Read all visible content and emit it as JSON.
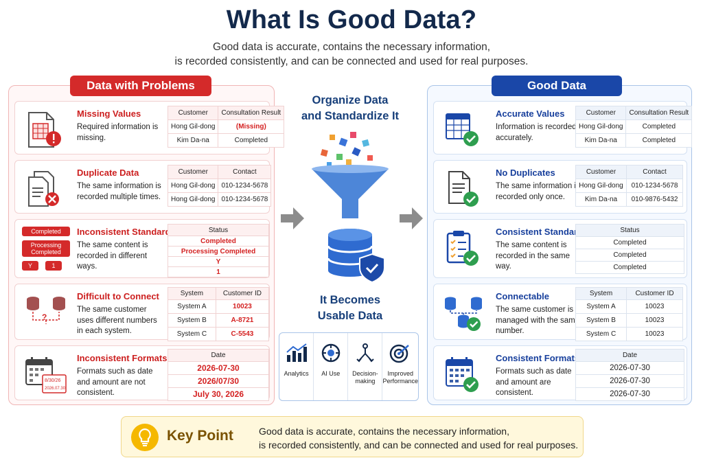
{
  "title": "What Is Good Data?",
  "subtitle": [
    "Good data is accurate, contains the necessary information,",
    "is recorded consistently, and can be connected and used for real purposes."
  ],
  "left": {
    "header": "Data with Problems",
    "cards": [
      {
        "title": "Missing Values",
        "desc": "Required information is missing.",
        "table": {
          "headers": [
            "Customer",
            "Consultation Result"
          ],
          "rows": [
            [
              "Hong Gil-dong",
              "(Missing)"
            ],
            [
              "Kim Da-na",
              "Completed"
            ]
          ]
        }
      },
      {
        "title": "Duplicate Data",
        "desc": "The same information is recorded multiple times.",
        "table": {
          "headers": [
            "Customer",
            "Contact"
          ],
          "rows": [
            [
              "Hong Gil-dong",
              "010-1234-5678"
            ],
            [
              "Hong Gil-dong",
              "010-1234-5678"
            ]
          ]
        }
      },
      {
        "title": "Inconsistent Standards",
        "desc": "The same content is recorded in different ways.",
        "table": {
          "headers": [
            "Status"
          ],
          "rows": [
            [
              "Completed"
            ],
            [
              "Processing Completed"
            ],
            [
              "Y"
            ],
            [
              "1"
            ]
          ]
        },
        "badges": [
          "Completed",
          "Processing Completed",
          "Y",
          "1"
        ]
      },
      {
        "title": "Difficult to Connect",
        "desc": "The same customer uses different numbers in each system.",
        "table": {
          "headers": [
            "System",
            "Customer ID"
          ],
          "rows": [
            [
              "System A",
              "10023"
            ],
            [
              "System B",
              "A-8721"
            ],
            [
              "System C",
              "C-5543"
            ]
          ]
        },
        "icon_label": "?"
      },
      {
        "title": "Inconsistent Formats",
        "desc": "Formats such as date and amount are not consistent.",
        "table": {
          "headers": [
            "Date"
          ],
          "rows": [
            [
              "2026-07-30"
            ],
            [
              "2026/07/30"
            ],
            [
              "July 30, 2026"
            ]
          ]
        },
        "icon_labels": [
          "8/30/26",
          "2026.07.30"
        ]
      }
    ]
  },
  "middle": {
    "top": [
      "Organize Data",
      "and Standardize It"
    ],
    "bottom": [
      "It Becomes",
      "Usable Data"
    ],
    "uses": [
      "Analytics",
      "AI Use",
      "Decision-making",
      "Improved Performance"
    ]
  },
  "right": {
    "header": "Good Data",
    "cards": [
      {
        "title": "Accurate Values",
        "desc": "Information is recorded accurately.",
        "table": {
          "headers": [
            "Customer",
            "Consultation Result"
          ],
          "rows": [
            [
              "Hong Gil-dong",
              "Completed"
            ],
            [
              "Kim Da-na",
              "Completed"
            ]
          ]
        }
      },
      {
        "title": "No Duplicates",
        "desc": "The same information is recorded only once.",
        "table": {
          "headers": [
            "Customer",
            "Contact"
          ],
          "rows": [
            [
              "Hong Gil-dong",
              "010-1234-5678"
            ],
            [
              "Kim Da-na",
              "010-9876-5432"
            ]
          ]
        }
      },
      {
        "title": "Consistent Standards",
        "desc": "The same content is recorded in the same way.",
        "table": {
          "headers": [
            "Status"
          ],
          "rows": [
            [
              "Completed"
            ],
            [
              "Completed"
            ],
            [
              "Completed"
            ]
          ]
        }
      },
      {
        "title": "Connectable",
        "desc": "The same customer is managed with the same number.",
        "table": {
          "headers": [
            "System",
            "Customer ID"
          ],
          "rows": [
            [
              "System A",
              "10023"
            ],
            [
              "System B",
              "10023"
            ],
            [
              "System C",
              "10023"
            ]
          ]
        }
      },
      {
        "title": "Consistent Formats",
        "desc": "Formats such as date and amount are consistent.",
        "table": {
          "headers": [
            "Date"
          ],
          "rows": [
            [
              "2026-07-30"
            ],
            [
              "2026-07-30"
            ],
            [
              "2026-07-30"
            ]
          ]
        }
      }
    ]
  },
  "key_point": {
    "title": "Key Point",
    "text": [
      "Good data is accurate, contains the necessary information,",
      "is recorded consistently, and can be connected and used for real purposes."
    ]
  },
  "colors": {
    "problem": "#d42a2a",
    "good": "#1a47a8",
    "navy": "#13294b",
    "check": "#2e9e4f"
  }
}
